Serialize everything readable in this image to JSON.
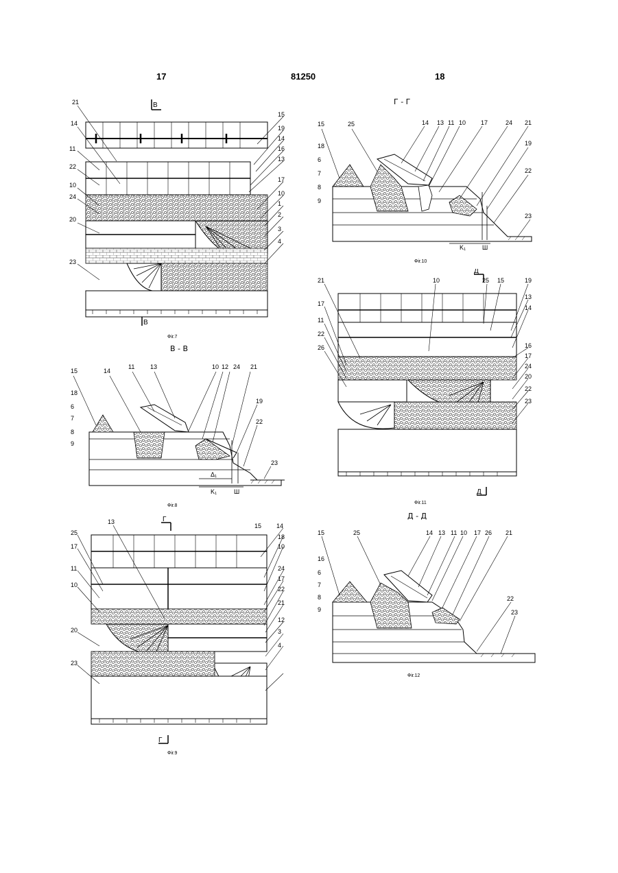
{
  "header": {
    "left_page": "17",
    "patent_number": "81250",
    "right_page": "18"
  },
  "colors": {
    "ink": "#1a1a1a",
    "rock": "#7a7a7a",
    "ground": "#f0f0f0"
  },
  "fig7": {
    "caption": "Фіг.7",
    "section_mark": "В",
    "labels": [
      "21",
      "14",
      "11",
      "22",
      "10",
      "24",
      "20",
      "23",
      "15",
      "19",
      "14",
      "16",
      "13",
      "17",
      "10",
      "1",
      "2",
      "3",
      "4"
    ]
  },
  "fig8": {
    "caption": "Фіг.8",
    "title": "В - В",
    "labels": [
      "15",
      "14",
      "11",
      "13",
      "10",
      "12",
      "24",
      "21",
      "18",
      "6",
      "7",
      "8",
      "9",
      "19",
      "22",
      "23"
    ],
    "dims": [
      "Δ₁",
      "K₁",
      "Ш"
    ]
  },
  "fig9": {
    "caption": "Фіг.9",
    "section_mark": "Г",
    "labels": [
      "13",
      "15",
      "14",
      "25",
      "17",
      "11",
      "10",
      "18",
      "10",
      "24",
      "17",
      "22",
      "20",
      "21",
      "12",
      "3",
      "23",
      "4"
    ]
  },
  "fig10": {
    "caption": "Фіг.10",
    "title": "Г - Г",
    "labels": [
      "15",
      "25",
      "14",
      "13",
      "11",
      "10",
      "17",
      "24",
      "21",
      "18",
      "6",
      "7",
      "8",
      "9",
      "19",
      "22",
      "23"
    ],
    "dims": [
      "K₁",
      "Ш"
    ]
  },
  "fig11": {
    "caption": "Фіг.11",
    "section_mark": "Д",
    "labels": [
      "21",
      "10",
      "25",
      "15",
      "19",
      "17",
      "13",
      "11",
      "14",
      "22",
      "26",
      "16",
      "17",
      "24",
      "20",
      "22",
      "23"
    ]
  },
  "fig12": {
    "caption": "Фіг.12",
    "title": "Д - Д",
    "labels": [
      "15",
      "25",
      "14",
      "13",
      "11",
      "10",
      "17",
      "26",
      "21",
      "16",
      "6",
      "7",
      "8",
      "9",
      "22",
      "23"
    ]
  }
}
